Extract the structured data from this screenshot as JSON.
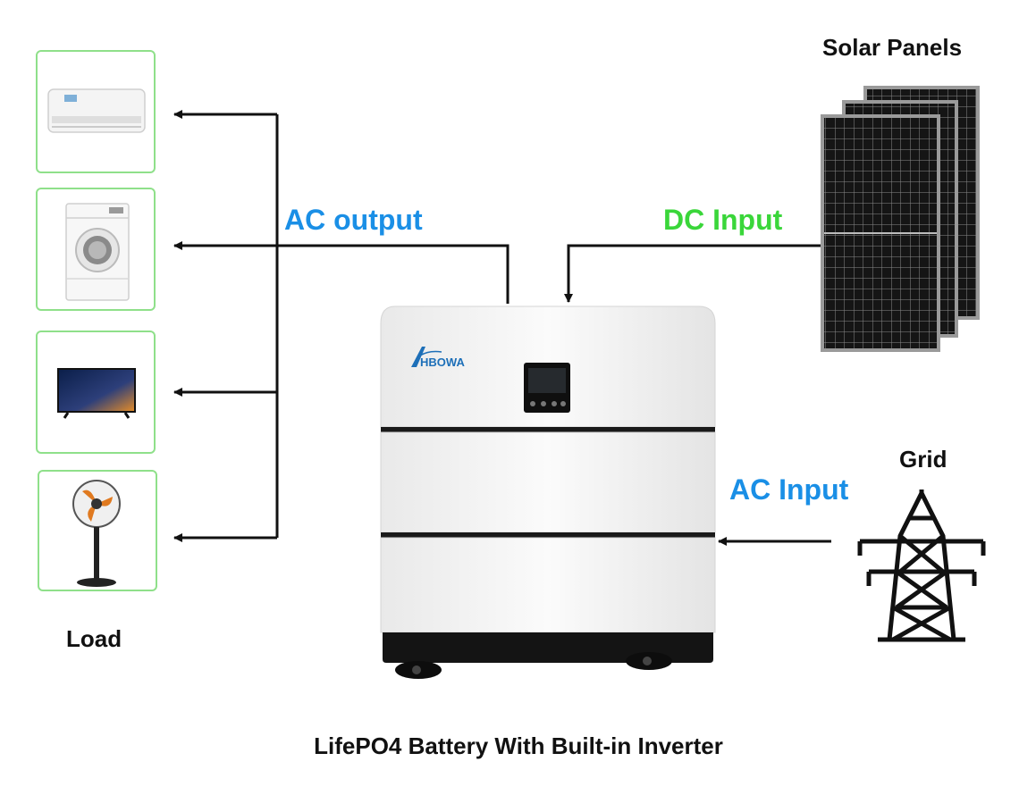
{
  "labels": {
    "load": "Load",
    "solar_panels": "Solar Panels",
    "grid": "Grid",
    "ac_output": "AC output",
    "dc_input": "DC Input",
    "ac_input": "AC Input",
    "caption": "LifePO4 Battery With Built-in Inverter",
    "brand_logo": "HBOWA"
  },
  "loads": [
    {
      "name": "air-conditioner"
    },
    {
      "name": "washing-machine"
    },
    {
      "name": "television"
    },
    {
      "name": "electric-fan"
    }
  ],
  "colors": {
    "ac_label": "#1a8fe6",
    "dc_label": "#3ad63a",
    "card_border": "#8fe08a",
    "line": "#111111"
  }
}
